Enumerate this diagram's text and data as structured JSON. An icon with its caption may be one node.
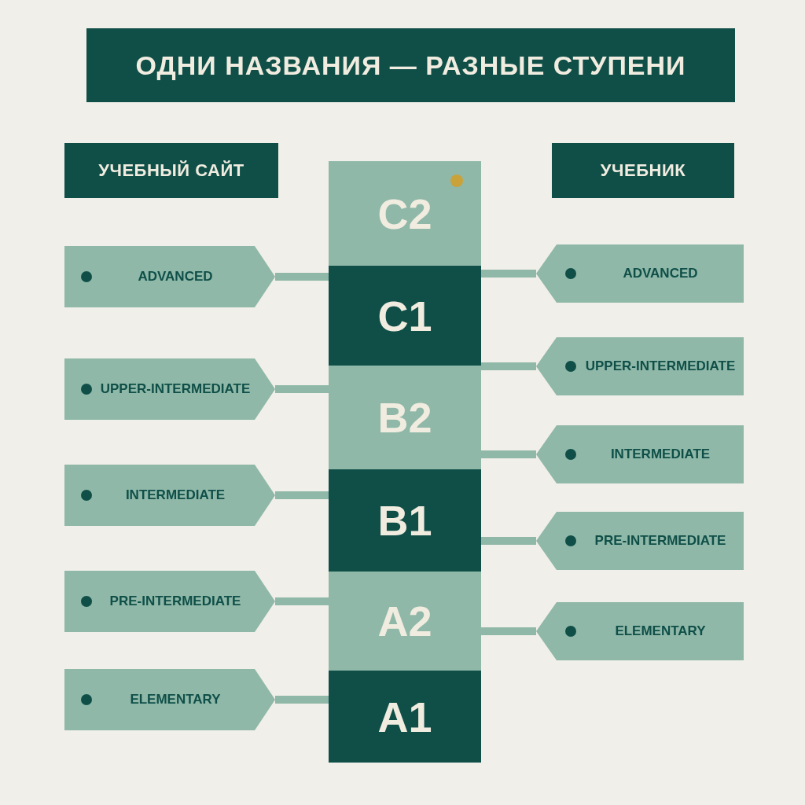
{
  "diagram": {
    "title": "ОДНИ НАЗВАНИЯ — РАЗНЫЕ СТУПЕНИ",
    "nodes": [
      {
        "text": [
          "УЧЕБНЫЙ САЙТ"
        ]
      },
      {
        "text": [
          "УЧЕБНИК"
        ]
      },
      {
        "text": [
          "C2"
        ]
      },
      {
        "text": [
          "C1"
        ]
      },
      {
        "text": [
          "B2"
        ]
      },
      {
        "text": [
          "B1"
        ]
      },
      {
        "text": [
          "A2"
        ]
      },
      {
        "text": [
          "A1"
        ]
      },
      {
        "text": [
          "ADVANCED"
        ]
      },
      {
        "text": [
          "UPPER-INTERMEDIATE"
        ]
      },
      {
        "text": [
          "INTERMEDIATE"
        ]
      },
      {
        "text": [
          "PRE-INTERMEDIATE"
        ]
      },
      {
        "text": [
          "ELEMENTARY"
        ]
      },
      {
        "text": [
          "ADVANCED"
        ]
      },
      {
        "text": [
          "UPPER-INTERMEDIATE"
        ]
      },
      {
        "text": [
          "INTERMEDIATE"
        ]
      },
      {
        "text": [
          "PRE-INTERMEDIATE"
        ]
      },
      {
        "text": [
          "ELEMENTARY"
        ]
      }
    ],
    "edges": [
      {
        "from": 8,
        "to": 3,
        "arrow": "none"
      },
      {
        "from": 9,
        "to": 4,
        "arrow": "none"
      },
      {
        "from": 10,
        "to": 5,
        "arrow": "none"
      },
      {
        "from": 11,
        "to": 6,
        "arrow": "none"
      },
      {
        "from": 12,
        "to": 7,
        "arrow": "none"
      },
      {
        "from": 13,
        "to": 3,
        "arrow": "none"
      },
      {
        "from": 14,
        "to": 4,
        "arrow": "none"
      },
      {
        "from": 15,
        "to": 4,
        "arrow": "none"
      },
      {
        "from": 16,
        "to": 5,
        "arrow": "none"
      },
      {
        "from": 17,
        "to": 6,
        "arrow": "none"
      }
    ]
  }
}
